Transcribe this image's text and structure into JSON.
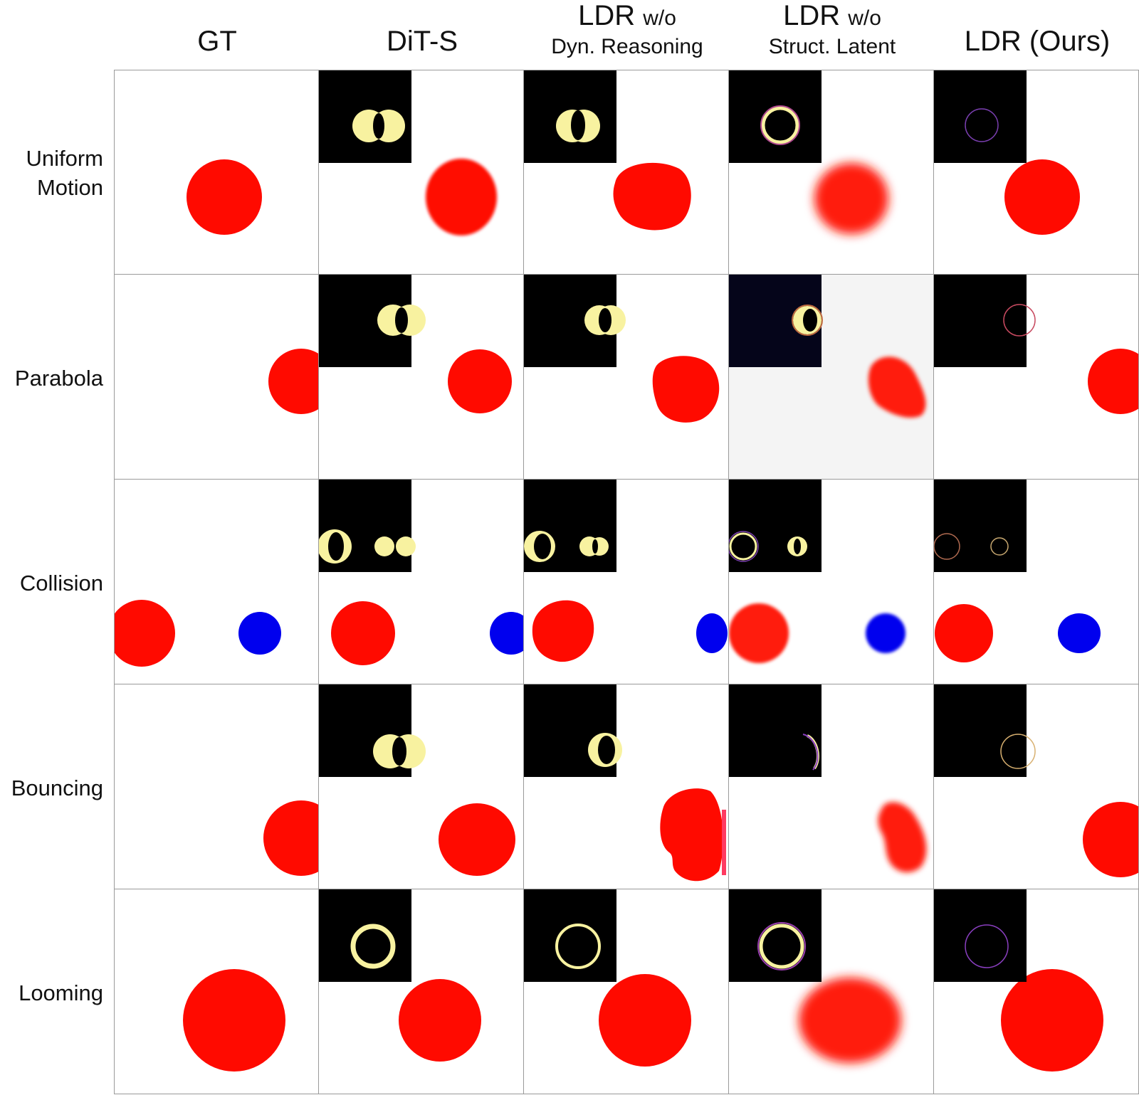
{
  "columns": [
    {
      "main": "GT",
      "sub": "",
      "line2": ""
    },
    {
      "main": "DiT-S",
      "sub": "",
      "line2": ""
    },
    {
      "main": "LDR ",
      "sub": "w/o",
      "line2": "Dyn. Reasoning"
    },
    {
      "main": "LDR ",
      "sub": "w/o",
      "line2": "Struct. Latent"
    },
    {
      "main": "LDR (Ours)",
      "sub": "",
      "line2": ""
    }
  ],
  "rows": [
    {
      "label_1": "Uniform",
      "label_2": "Motion"
    },
    {
      "label_1": "Parabola",
      "label_2": ""
    },
    {
      "label_1": "Collision",
      "label_2": ""
    },
    {
      "label_1": "Bouncing",
      "label_2": ""
    },
    {
      "label_1": "Looming",
      "label_2": ""
    }
  ],
  "colors": {
    "red_object": "#ff0a00",
    "blue_object": "#0000ee",
    "inset_background": "#000000",
    "overlap_fill": "#f8f2a0",
    "ring_dim": "#7a3fb0",
    "grid_line": "#9a9a9a"
  }
}
